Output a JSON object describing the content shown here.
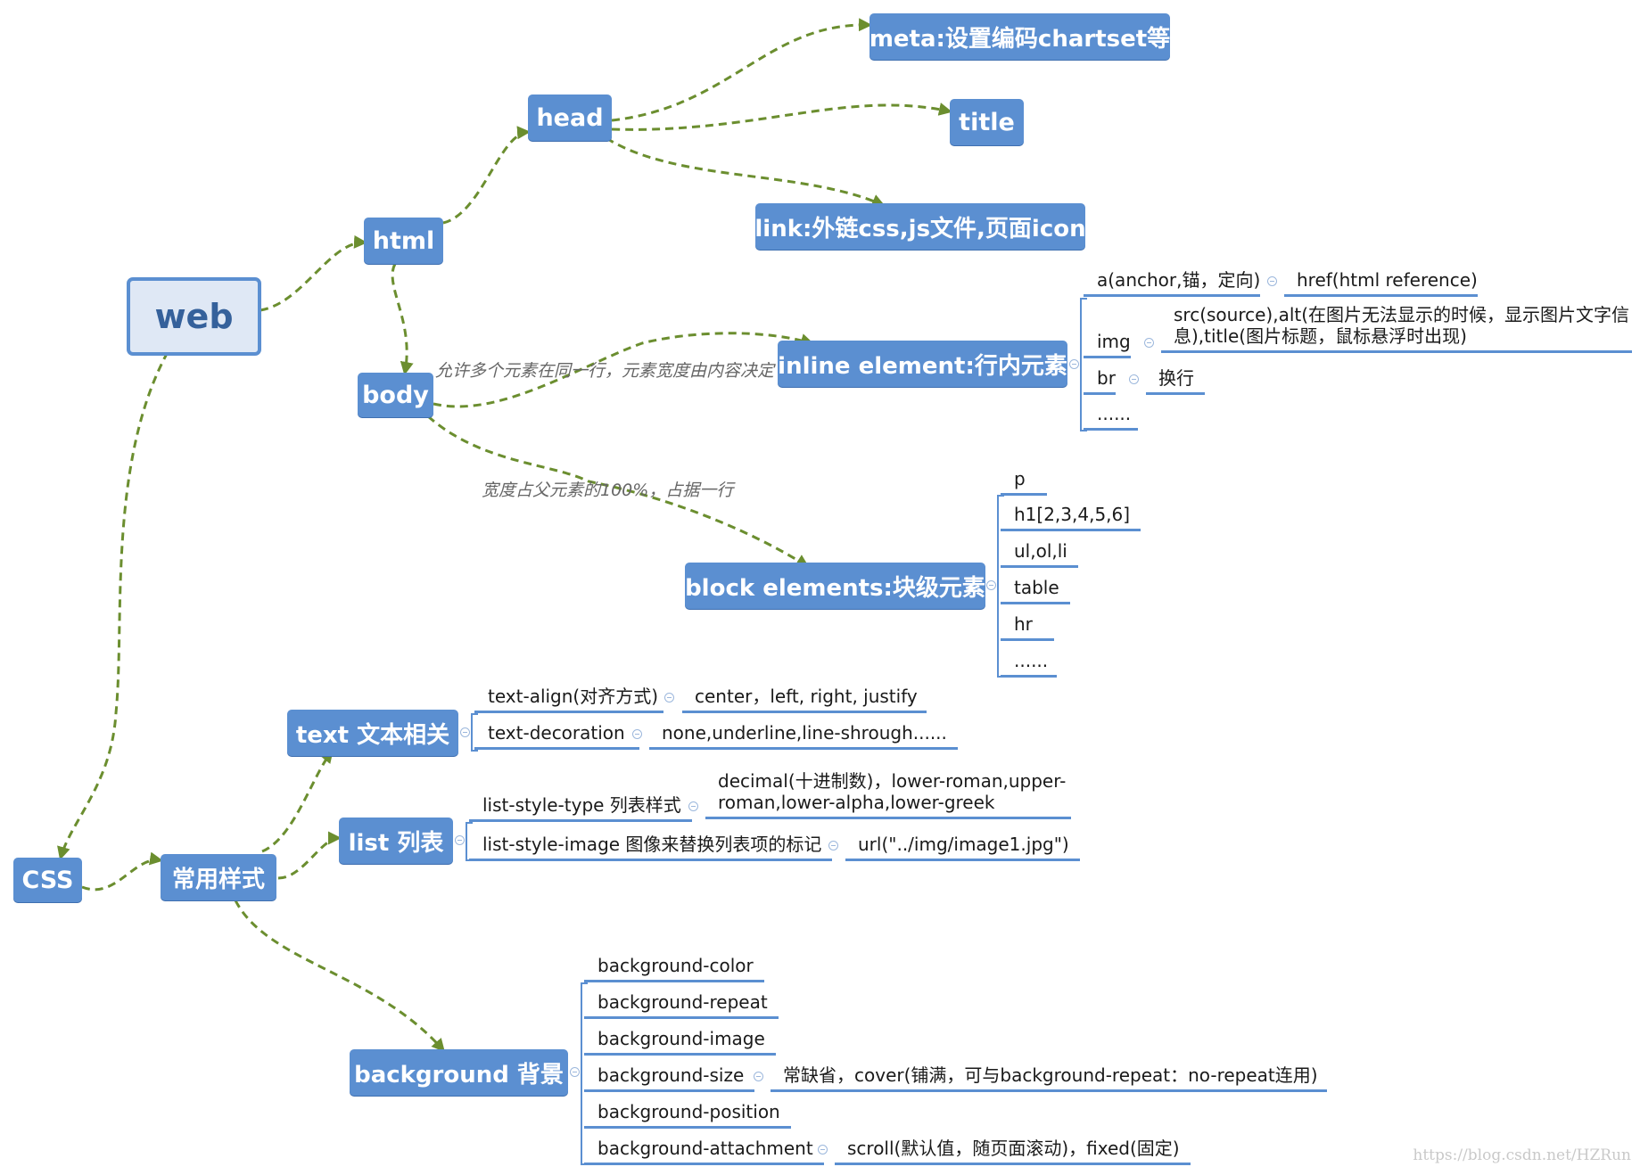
{
  "colors": {
    "node_fill": "#5b8fd1",
    "root_fill": "#dfe8f5",
    "link_color": "#6b8e2f",
    "leaf_line": "#5b8fd1"
  },
  "nodes": {
    "web": "web",
    "html": "html",
    "head": "head",
    "meta": "meta:设置编码chartset等",
    "title": "title",
    "link": "link:外链css,js文件,页面icon",
    "body": "body",
    "inline": "inline element:行内元素",
    "block": "block elements:块级元素",
    "css": "CSS",
    "common": "常用样式",
    "text": "text 文本相关",
    "list": "list 列表",
    "background": "background 背景"
  },
  "notes": {
    "inline": "允许多个元素在同一行，元素宽度由内容决定",
    "block": "宽度占父元素的100%，占据一行"
  },
  "inline_items": {
    "a_label": "a(anchor,锚，定向)",
    "a_value": "href(html reference)",
    "img_label": "img",
    "img_value": "src(source),alt(在图片无法显示的时候，显示图片文字信息),title(图片标题，鼠标悬浮时出现)",
    "br_label": "br",
    "br_value": "换行",
    "more": "......"
  },
  "block_items": [
    "p",
    "h1[2,3,4,5,6]",
    "ul,ol,li",
    "table",
    "hr",
    "......"
  ],
  "text_items": {
    "align_label": "text-align(对齐方式)",
    "align_value": "center，left, right, justify",
    "decoration_label": "text-decoration",
    "decoration_value": "none,underline,line-shrough......"
  },
  "list_items": {
    "type_label": "list-style-type 列表样式",
    "type_value": "decimal(十进制数)，lower-roman,upper-roman,lower-alpha,lower-greek",
    "image_label": "list-style-image 图像来替换列表项的标记",
    "image_value": "url(\"../img/image1.jpg\")"
  },
  "background_items": {
    "color": "background-color",
    "repeat": "background-repeat",
    "image": "background-image",
    "size": "background-size",
    "size_value": "常缺省，cover(铺满，可与background-repeat：no-repeat连用)",
    "position": "background-position",
    "attachment": "background-attachment",
    "attachment_value": "scroll(默认值，随页面滚动)，fixed(固定)"
  },
  "watermark": "https://blog.csdn.net/HZRun"
}
